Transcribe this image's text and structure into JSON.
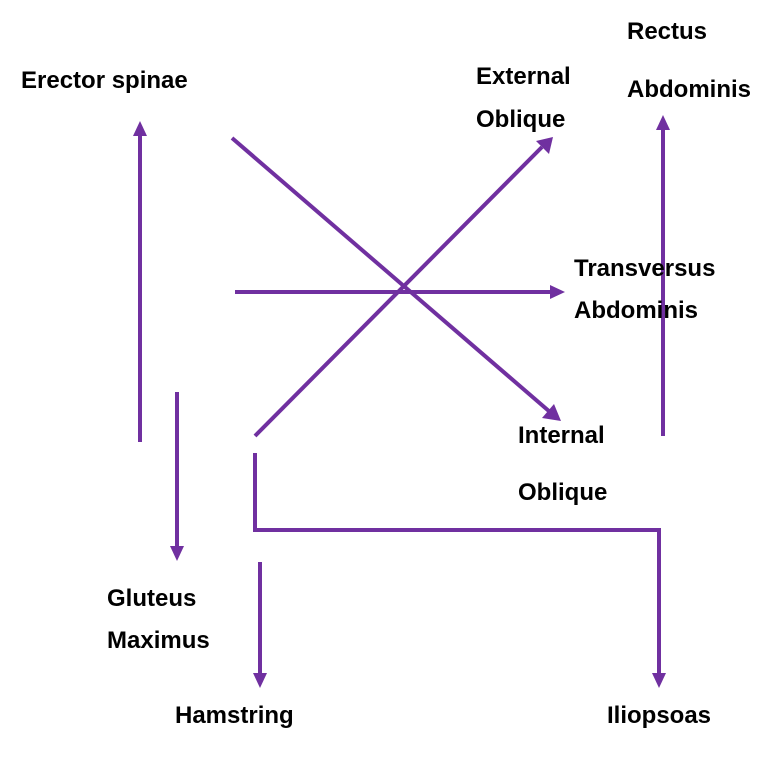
{
  "accent_color": "#7030a0",
  "labels": {
    "erector_spinae": "Erector spinae",
    "external_oblique_1": "External",
    "external_oblique_2": "Oblique",
    "rectus_abdominis_1": "Rectus",
    "rectus_abdominis_2": "Abdominis",
    "transversus_abdominis_1": "Transversus",
    "transversus_abdominis_2": "Abdominis",
    "internal_oblique_1": "Internal",
    "internal_oblique_2": "Oblique",
    "gluteus_maximus_1": "Gluteus",
    "gluteus_maximus_2": "Maximus",
    "hamstring": "Hamstring",
    "iliopsoas": "Iliopsoas"
  }
}
